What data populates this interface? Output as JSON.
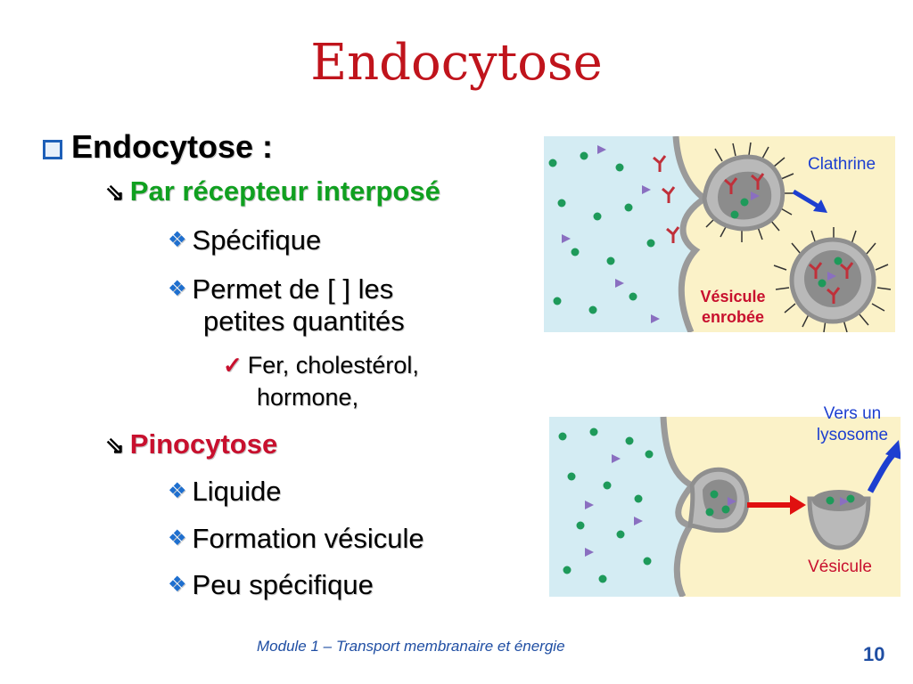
{
  "title": "Endocytose",
  "bullets": {
    "main": "Endocytose :",
    "receptor": "Par récepteur interposé",
    "specific": "Spécifique",
    "permet_1": "Permet de [ ] les",
    "permet_2": "petites quantités",
    "fer_1": "Fer, cholestérol,",
    "fer_2": "hormone,",
    "pinocytose": "Pinocytose",
    "liquide": "Liquide",
    "formation": "Formation vésicule",
    "peu": "Peu spécifique"
  },
  "figure_top": {
    "clathrine": "Clathrine",
    "vesicule_1": "Vésicule",
    "vesicule_2": "enrobée"
  },
  "figure_bottom": {
    "vers_1": "Vers un",
    "vers_2": "lysosome",
    "vesicule": "Vésicule"
  },
  "footer": "Module 1 – Transport membranaire et énergie",
  "page_number": "10",
  "colors": {
    "title": "#c0141c",
    "green_heading": "#10a020",
    "red_heading": "#c8102e",
    "bullet_blue": "#1e6fcf",
    "footer_blue": "#1f4ea3",
    "extracellular": "#d4ecf3",
    "cytoplasm": "#fbf2c8"
  },
  "icons": [
    "checkbox-icon",
    "hand-arrow-icon",
    "diamond-bullet-icon",
    "checkmark-icon",
    "arrow-icon"
  ]
}
